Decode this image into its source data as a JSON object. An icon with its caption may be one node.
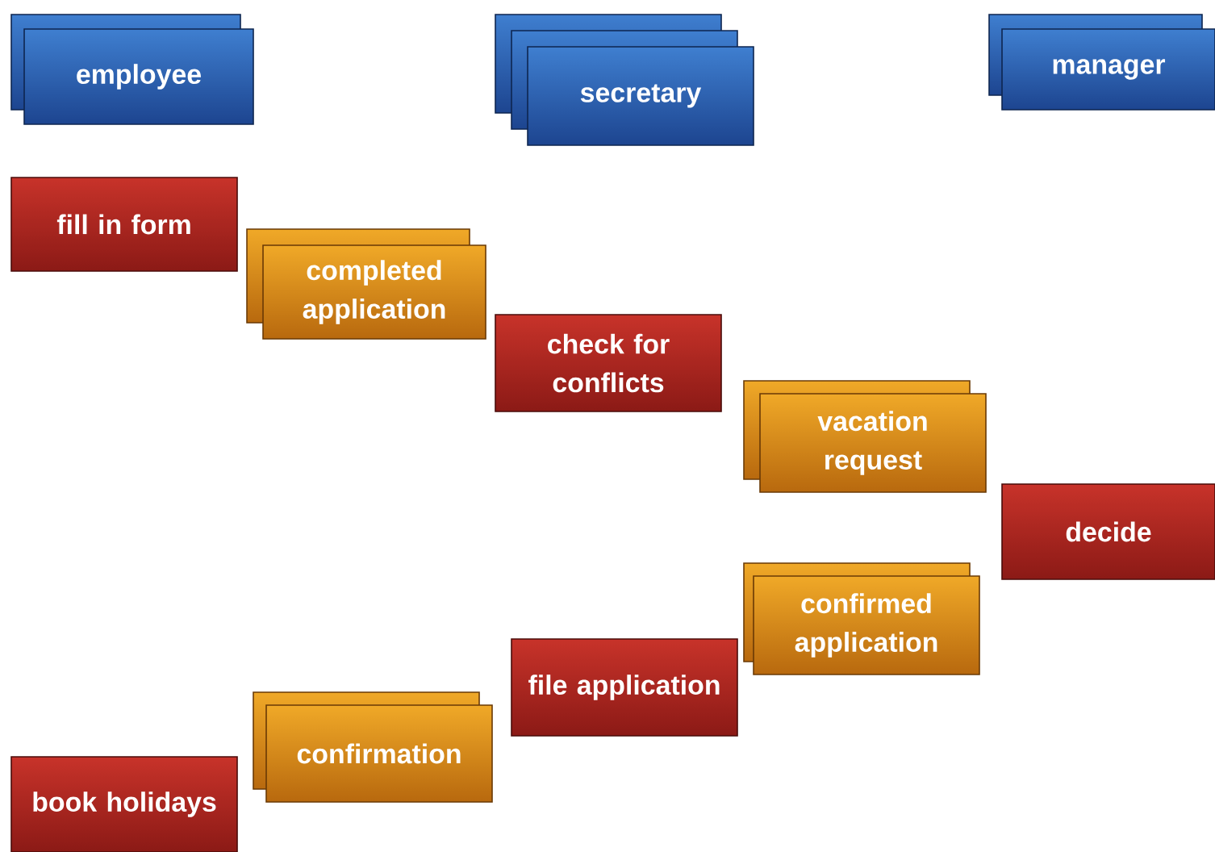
{
  "diagram": {
    "nodes": [
      {
        "text": [
          "employee"
        ]
      },
      {
        "text": [
          "secretary"
        ]
      },
      {
        "text": [
          "manager"
        ]
      },
      {
        "text": [
          "fill in form"
        ]
      },
      {
        "text": [
          "completed application"
        ]
      },
      {
        "text": [
          "check for conflicts"
        ]
      },
      {
        "text": [
          "vacation request"
        ]
      },
      {
        "text": [
          "decide"
        ]
      },
      {
        "text": [
          "confirmed application"
        ]
      },
      {
        "text": [
          "file application"
        ]
      },
      {
        "text": [
          "confirmation"
        ]
      },
      {
        "text": [
          "book holidays"
        ]
      }
    ]
  }
}
